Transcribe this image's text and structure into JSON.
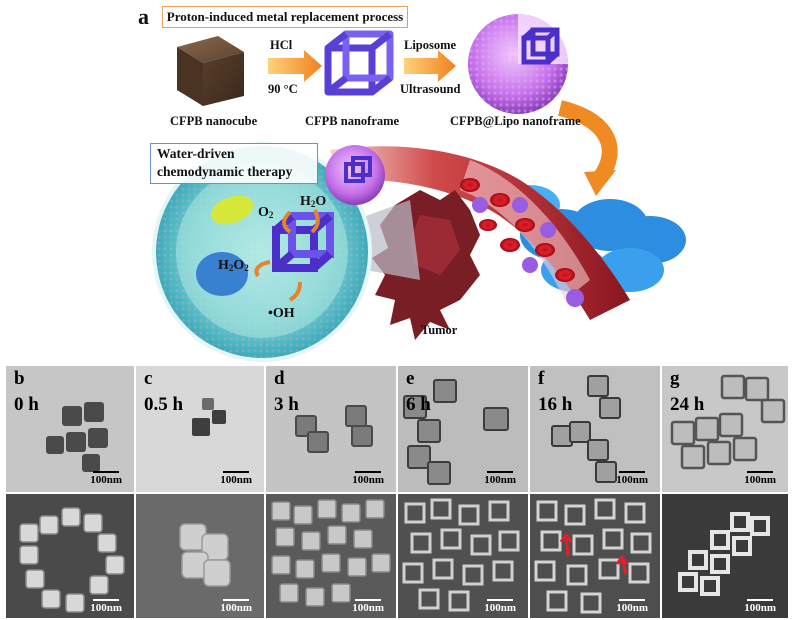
{
  "figure": {
    "panel_a_label": "a",
    "process_title": "Proton-induced metal replacement process",
    "step1_label": "CFPB nanocube",
    "step2_label": "CFPB nanoframe",
    "step3_label": "CFPB@Lipo nanoframe",
    "arrow1_top": "HCl",
    "arrow1_bottom": "90 °C",
    "arrow2_top": "Liposome",
    "arrow2_bottom": "Ultrasound",
    "therapy_line1": "Water-driven",
    "therapy_line2": "chemodynamic therapy",
    "chem_water": "H",
    "chem_water_sub": "2",
    "chem_water_end": "O",
    "chem_oxygen": "O",
    "chem_oxygen_sub": "2",
    "chem_peroxide": "H",
    "chem_peroxide_sub1": "2",
    "chem_peroxide_mid": "O",
    "chem_peroxide_sub2": "2",
    "chem_hydroxyl": "•OH",
    "tumor_label": "Tumor"
  },
  "panels": [
    {
      "letter": "b",
      "time": "0 h",
      "scale_top": "100nm",
      "scale_bottom": "100nm"
    },
    {
      "letter": "c",
      "time": "0.5 h",
      "scale_top": "100nm",
      "scale_bottom": "100nm"
    },
    {
      "letter": "d",
      "time": "3 h",
      "scale_top": "100nm",
      "scale_bottom": "100nm"
    },
    {
      "letter": "e",
      "time": "6 h",
      "scale_top": "100nm",
      "scale_bottom": "100nm"
    },
    {
      "letter": "f",
      "time": "16 h",
      "scale_top": "100nm",
      "scale_bottom": "100nm"
    },
    {
      "letter": "g",
      "time": "24 h",
      "scale_top": "100nm",
      "scale_bottom": "100nm"
    }
  ],
  "colors": {
    "nanocube": "#4a3322",
    "nanoframe": "#5a3fd6",
    "liposome": "#c46fe8",
    "cell": "#5fc6c9",
    "vessel": "#b8202a",
    "tumor": "#7a1e26",
    "process_border": "#e6a25a",
    "therapy_border": "#6c8fc8",
    "arrow": "#f29a2e"
  }
}
